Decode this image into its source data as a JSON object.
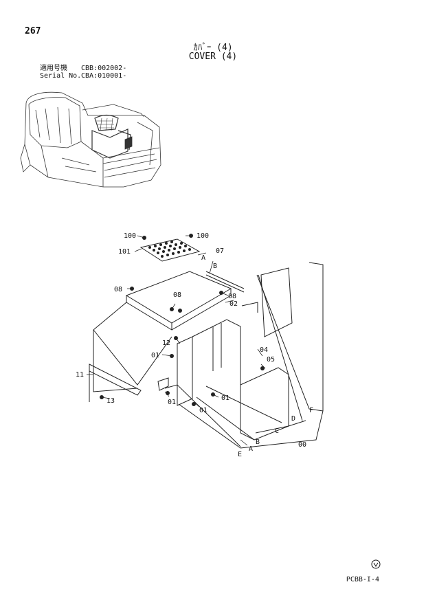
{
  "page": {
    "number": "267",
    "title_jp": "ｶﾊﾞｰ (4)",
    "title_en": "COVER (4)",
    "footer_code": "PCBB-I-4"
  },
  "applicability": [
    {
      "label": "適用号機",
      "value": "CBB:002002-"
    },
    {
      "label": "Serial No.",
      "value": "CBA:010001-"
    }
  ],
  "callouts": {
    "c100a": "100",
    "c100b": "100",
    "c101": "101",
    "c07": "07",
    "cA1": "A",
    "cB1": "B",
    "c08a": "08",
    "c08b": "08",
    "c08c": "08",
    "c02": "02",
    "c12": "12",
    "c01a": "01",
    "c04": "04",
    "c05": "05",
    "c11": "11",
    "c13": "13",
    "c01b": "01",
    "c01c": "01",
    "c01d": "01",
    "cD": "D",
    "cC": "C",
    "cF": "F",
    "cB2": "B",
    "cA2": "A",
    "cE": "E",
    "c00": "00"
  }
}
